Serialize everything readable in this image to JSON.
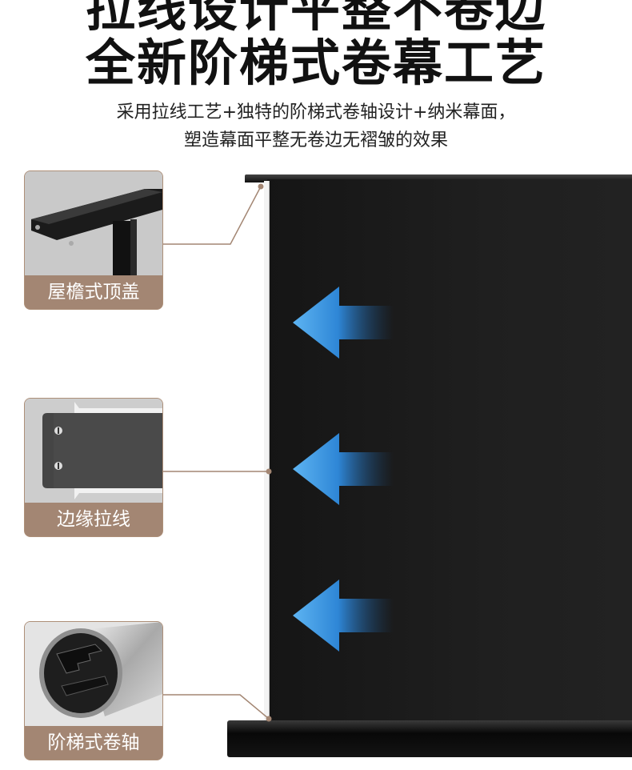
{
  "header": {
    "title_line1": "拉线设计平整不卷边",
    "title_line2": "全新阶梯式卷幕工艺",
    "subtitle_line1": "采用拉线工艺+独特的阶梯式卷轴设计+纳米幕面，",
    "subtitle_line2": "塑造幕面平整无卷边无褶皱的效果"
  },
  "features": [
    {
      "label": "屋檐式顶盖"
    },
    {
      "label": "边缘拉线"
    },
    {
      "label": "阶梯式卷轴"
    }
  ],
  "colors": {
    "accent_brown": "#a38673",
    "arrow_blue": "#2d86d8",
    "screen_dark": "#1a1a1a"
  }
}
